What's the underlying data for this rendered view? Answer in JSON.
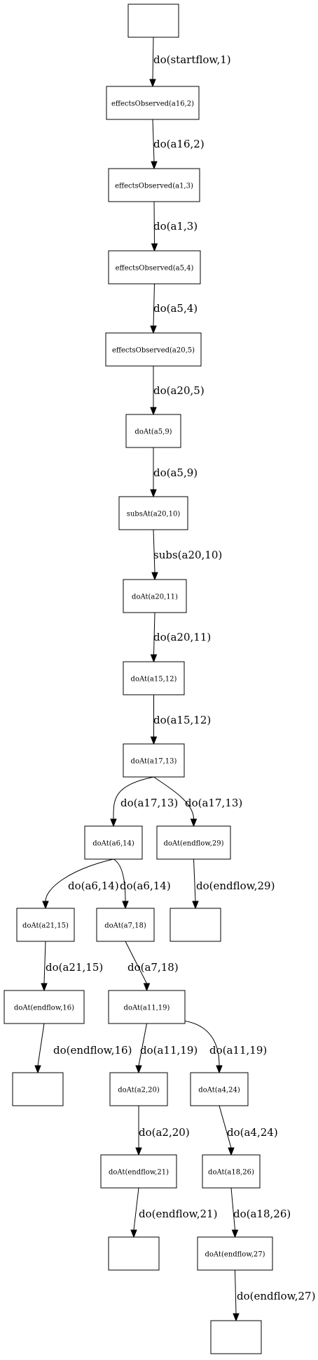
{
  "nodes": [
    {
      "id": "n0",
      "label": ""
    },
    {
      "id": "n1",
      "label": "effectsObserved(a16,2)"
    },
    {
      "id": "n2",
      "label": "effectsObserved(a1,3)"
    },
    {
      "id": "n3",
      "label": "effectsObserved(a5,4)"
    },
    {
      "id": "n4",
      "label": "effectsObserved(a20,5)"
    },
    {
      "id": "n5",
      "label": "doAt(a5,9)"
    },
    {
      "id": "n6",
      "label": "subsAt(a20,10)"
    },
    {
      "id": "n7",
      "label": "doAt(a20,11)"
    },
    {
      "id": "n8",
      "label": "doAt(a15,12)"
    },
    {
      "id": "n9",
      "label": "doAt(a17,13)"
    },
    {
      "id": "n10",
      "label": "doAt(a6,14)"
    },
    {
      "id": "n11",
      "label": "doAt(endflow,29)"
    },
    {
      "id": "n12",
      "label": "doAt(a21,15)"
    },
    {
      "id": "n13",
      "label": "doAt(a7,18)"
    },
    {
      "id": "n14",
      "label": ""
    },
    {
      "id": "n15",
      "label": "doAt(endflow,16)"
    },
    {
      "id": "n16",
      "label": "doAt(a11,19)"
    },
    {
      "id": "n17",
      "label": ""
    },
    {
      "id": "n18",
      "label": "doAt(a2,20)"
    },
    {
      "id": "n19",
      "label": "doAt(a4,24)"
    },
    {
      "id": "n20",
      "label": "doAt(endflow,21)"
    },
    {
      "id": "n21",
      "label": "doAt(a18,26)"
    },
    {
      "id": "n22",
      "label": ""
    },
    {
      "id": "n23",
      "label": "doAt(endflow,27)"
    },
    {
      "id": "n24",
      "label": ""
    }
  ],
  "edges": [
    {
      "from": "n0",
      "to": "n1",
      "label": "do(startflow,1)"
    },
    {
      "from": "n1",
      "to": "n2",
      "label": "do(a16,2)"
    },
    {
      "from": "n2",
      "to": "n3",
      "label": "do(a1,3)"
    },
    {
      "from": "n3",
      "to": "n4",
      "label": "do(a5,4)"
    },
    {
      "from": "n4",
      "to": "n5",
      "label": "do(a20,5)"
    },
    {
      "from": "n5",
      "to": "n6",
      "label": "do(a5,9)"
    },
    {
      "from": "n6",
      "to": "n7",
      "label": "subs(a20,10)"
    },
    {
      "from": "n7",
      "to": "n8",
      "label": "do(a20,11)"
    },
    {
      "from": "n8",
      "to": "n9",
      "label": "do(a15,12)"
    },
    {
      "from": "n9",
      "to": "n10",
      "label": "do(a17,13)"
    },
    {
      "from": "n9",
      "to": "n11",
      "label": "do(a17,13)"
    },
    {
      "from": "n10",
      "to": "n12",
      "label": "do(a6,14)"
    },
    {
      "from": "n10",
      "to": "n13",
      "label": "do(a6,14)"
    },
    {
      "from": "n11",
      "to": "n14",
      "label": "do(endflow,29)"
    },
    {
      "from": "n12",
      "to": "n15",
      "label": "do(a21,15)"
    },
    {
      "from": "n13",
      "to": "n16",
      "label": "do(a7,18)"
    },
    {
      "from": "n15",
      "to": "n17",
      "label": "do(endflow,16)"
    },
    {
      "from": "n16",
      "to": "n18",
      "label": "do(a11,19)"
    },
    {
      "from": "n16",
      "to": "n19",
      "label": "do(a11,19)"
    },
    {
      "from": "n18",
      "to": "n20",
      "label": "do(a2,20)"
    },
    {
      "from": "n19",
      "to": "n21",
      "label": "do(a4,24)"
    },
    {
      "from": "n20",
      "to": "n22",
      "label": "do(endflow,21)"
    },
    {
      "from": "n21",
      "to": "n23",
      "label": "do(a18,26)"
    },
    {
      "from": "n23",
      "to": "n24",
      "label": "do(endflow,27)"
    }
  ]
}
